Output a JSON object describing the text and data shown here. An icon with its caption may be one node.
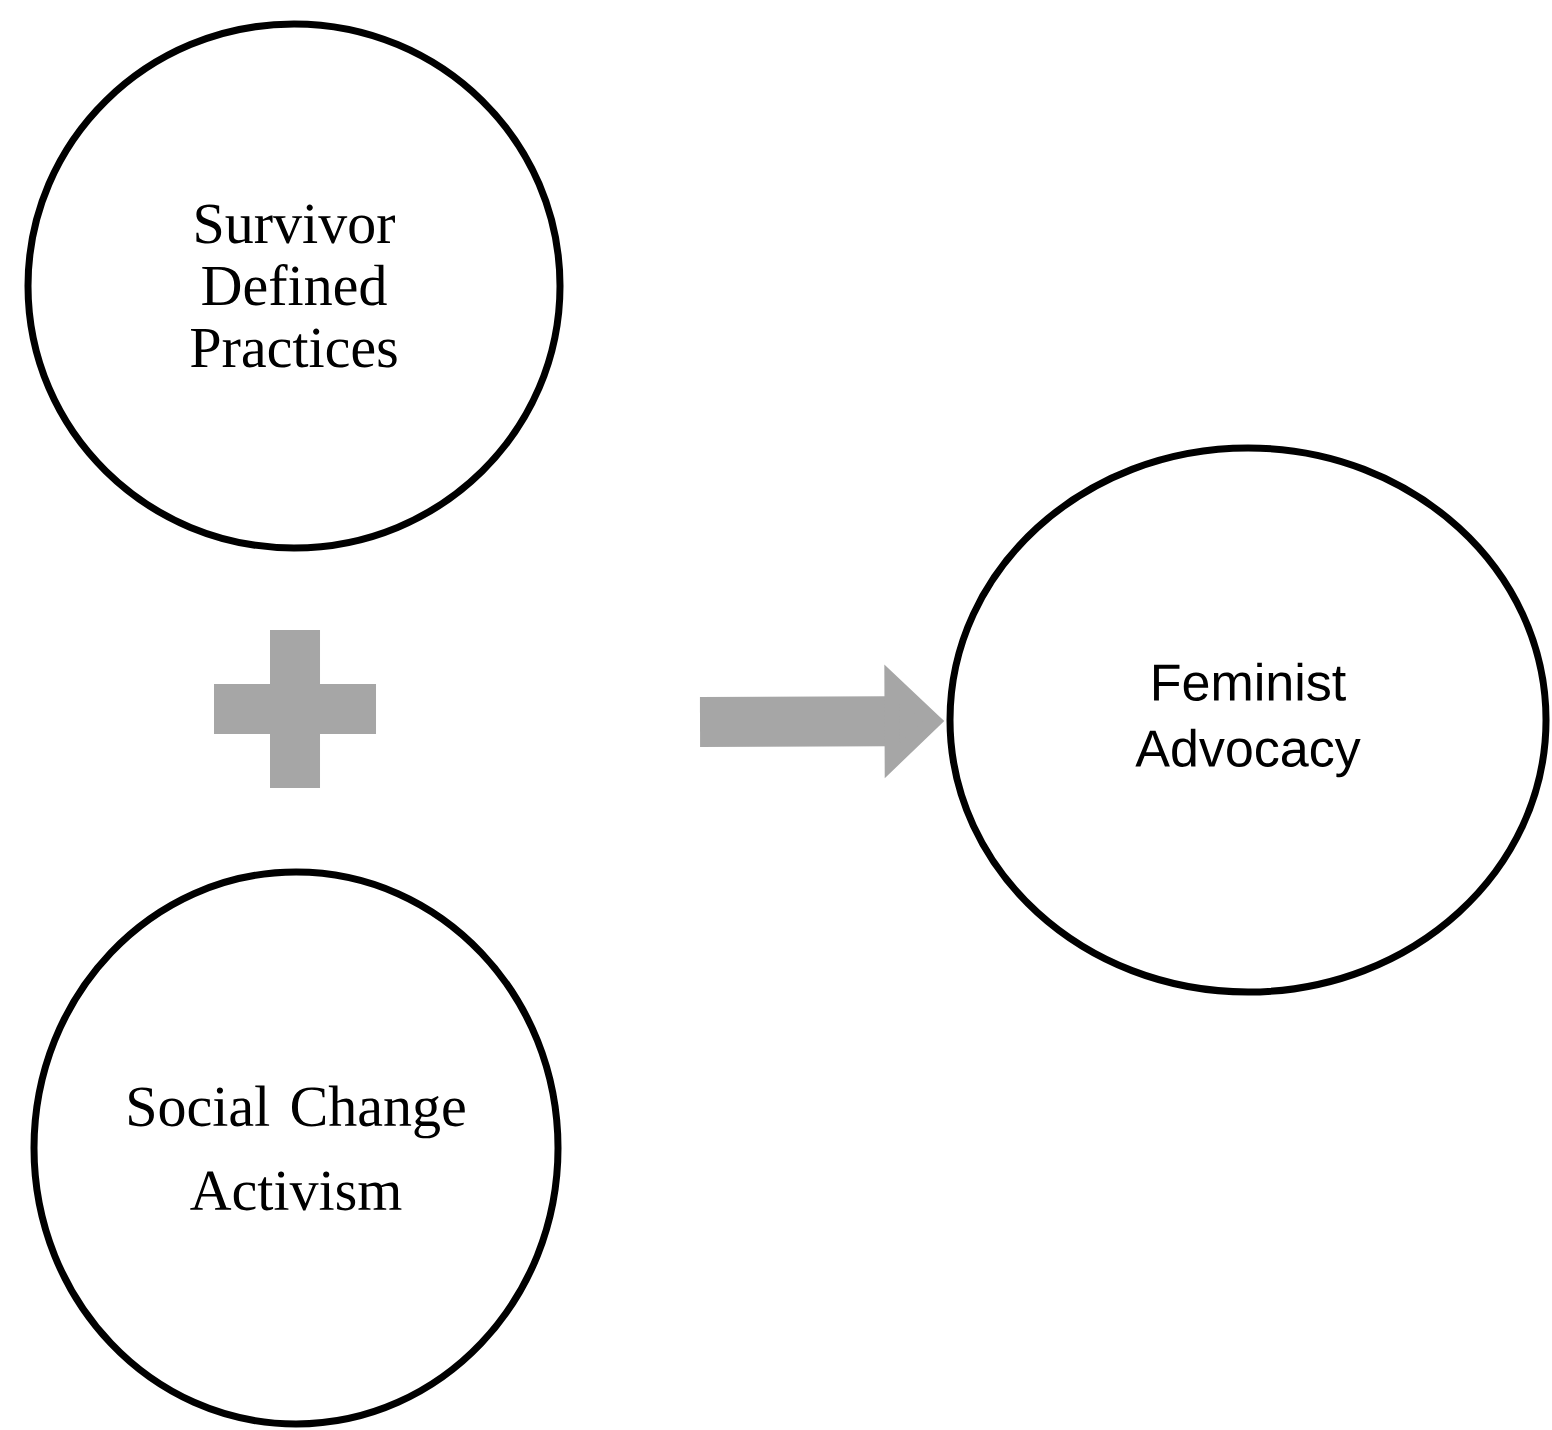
{
  "diagram": {
    "nodes": [
      {
        "text": [
          "Survivor Defined Practices"
        ]
      },
      {
        "text": [
          "Social Change Activism"
        ]
      },
      {
        "text": [
          "Feminist Advocacy"
        ]
      }
    ],
    "edges": [
      {
        "from": null,
        "to": 2,
        "arrow": "to"
      }
    ]
  }
}
